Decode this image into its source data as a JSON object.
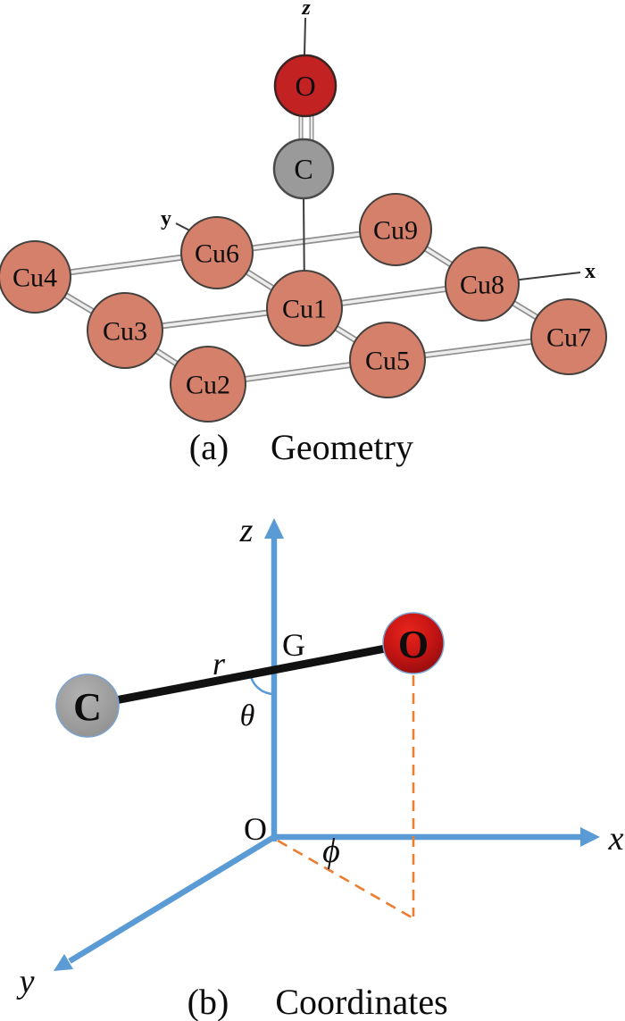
{
  "panel_a": {
    "caption_label": "(a)",
    "caption_title": "Geometry",
    "z_axis_label": "z",
    "y_axis_label": "y",
    "x_axis_label": "x",
    "oxygen_label": "O",
    "carbon_label": "C",
    "atoms": {
      "cu1": "Cu1",
      "cu2": "Cu2",
      "cu3": "Cu3",
      "cu4": "Cu4",
      "cu5": "Cu5",
      "cu6": "Cu6",
      "cu7": "Cu7",
      "cu8": "Cu8",
      "cu9": "Cu9"
    }
  },
  "panel_b": {
    "caption_label": "(b)",
    "caption_title": "Coordinates",
    "z_axis_label": "z",
    "x_axis_label": "x",
    "y_axis_label": "y",
    "origin_label": "O",
    "bond_center_label": "G",
    "bond_length_label": "r",
    "polar_angle_label": "θ",
    "azimuthal_angle_label": "ϕ",
    "carbon_label": "C",
    "oxygen_label": "O"
  },
  "colors": {
    "copper_atom": "#d5806b",
    "oxygen_red": "#c32222",
    "carbon_gray": "#9a9a9a",
    "axis_blue": "#5b9bd5",
    "projection_orange": "#ed7d31",
    "bond_black": "#111111"
  }
}
